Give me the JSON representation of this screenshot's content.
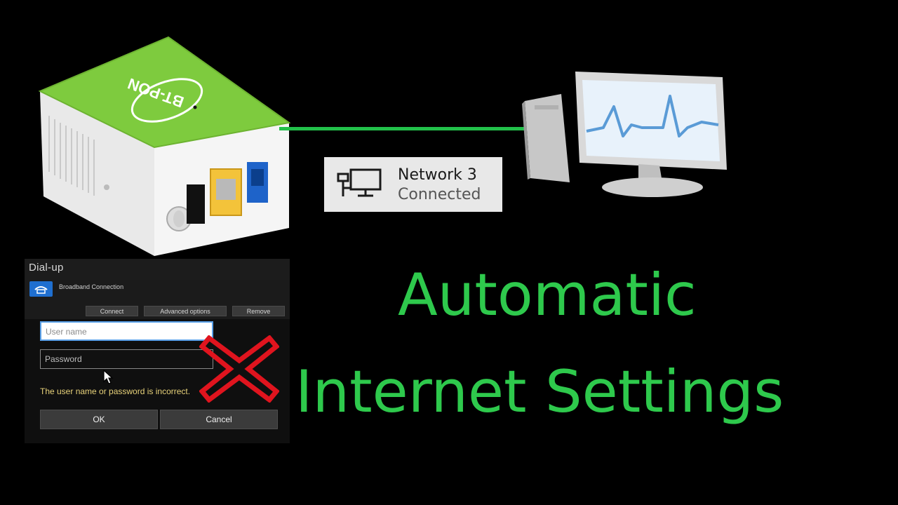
{
  "device": {
    "brand": "BT-PON"
  },
  "network_card": {
    "name": "Network 3",
    "status": "Connected",
    "icon": "ethernet-network-icon"
  },
  "dialup": {
    "title": "Dial-up",
    "connection_name": "Broadband Connection",
    "connection_icon": "broadband-modem-icon",
    "buttons": {
      "connect": "Connect",
      "advanced": "Advanced options",
      "remove": "Remove"
    },
    "username_placeholder": "User name",
    "password_placeholder": "Password",
    "error": "The user name or password is incorrect.",
    "ok_label": "OK",
    "cancel_label": "Cancel"
  },
  "headline": {
    "line1": "Automatic",
    "line2": "Internet Settings"
  },
  "colors": {
    "accent_green": "#2ec94c",
    "device_green": "#7ecb3e",
    "error_red": "#e0141e",
    "error_text": "#e8d27a"
  }
}
